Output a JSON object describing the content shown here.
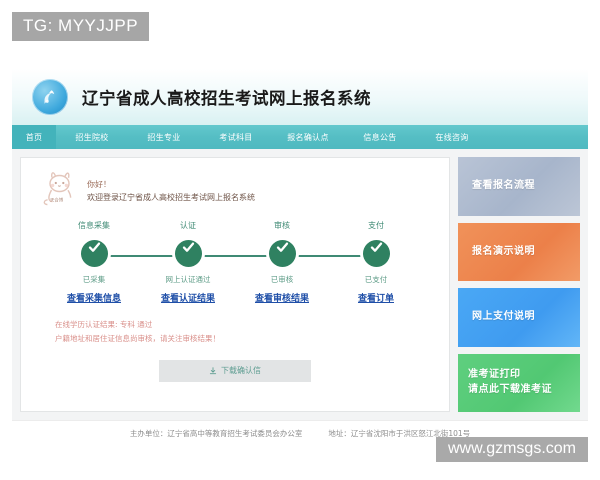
{
  "tag": {
    "label": "TG: MYYJJPP"
  },
  "header": {
    "title": "辽宁省成人高校招生考试网上报名系统",
    "logo_icon": "bird-emblem-icon"
  },
  "nav": {
    "items": [
      {
        "label": "首页",
        "active": true
      },
      {
        "label": "招生院校",
        "active": false
      },
      {
        "label": "招生专业",
        "active": false
      },
      {
        "label": "考试科目",
        "active": false
      },
      {
        "label": "报名确认点",
        "active": false
      },
      {
        "label": "信息公告",
        "active": false
      },
      {
        "label": "在线咨询",
        "active": false
      }
    ]
  },
  "greeting": {
    "mascot_icon": "cat-mascot-icon",
    "hello": "你好！",
    "welcome": "欢迎登录辽宁省成人高校招生考试网上报名系统"
  },
  "stepper": {
    "steps": [
      {
        "title": "信息采集",
        "status": "已采集",
        "link": "查看采集信息",
        "icon": "check-icon"
      },
      {
        "title": "认证",
        "status": "网上认证通过",
        "link": "查看认证结果",
        "icon": "check-icon"
      },
      {
        "title": "审核",
        "status": "已审核",
        "link": "查看审核结果",
        "icon": "check-icon"
      },
      {
        "title": "支付",
        "status": "已支付",
        "link": "查看订单",
        "icon": "check-icon"
      }
    ]
  },
  "notice": {
    "line1": "在线学历认证结果: 专科 通过",
    "line2": "户籍地址和居住证信息尚审核，请关注审核结果！"
  },
  "download": {
    "icon": "download-icon",
    "label": "下载确认信"
  },
  "sidebar": {
    "cards": [
      {
        "label": "查看报名流程",
        "color": "#b0bdd0"
      },
      {
        "label": "报名演示说明",
        "color": "#ee8850"
      },
      {
        "label": "网上支付说明",
        "color": "#44a0f2"
      },
      {
        "label": "准考证打印\n请点此下载准考证",
        "color": "#58cc7b"
      }
    ]
  },
  "footer": {
    "org": "主办单位：辽宁省高中等教育招生考试委员会办公室",
    "address": "地址：辽宁省沈阳市于洪区怒江北街101号"
  },
  "watermark": {
    "label": "www.gzmsgs.com"
  }
}
